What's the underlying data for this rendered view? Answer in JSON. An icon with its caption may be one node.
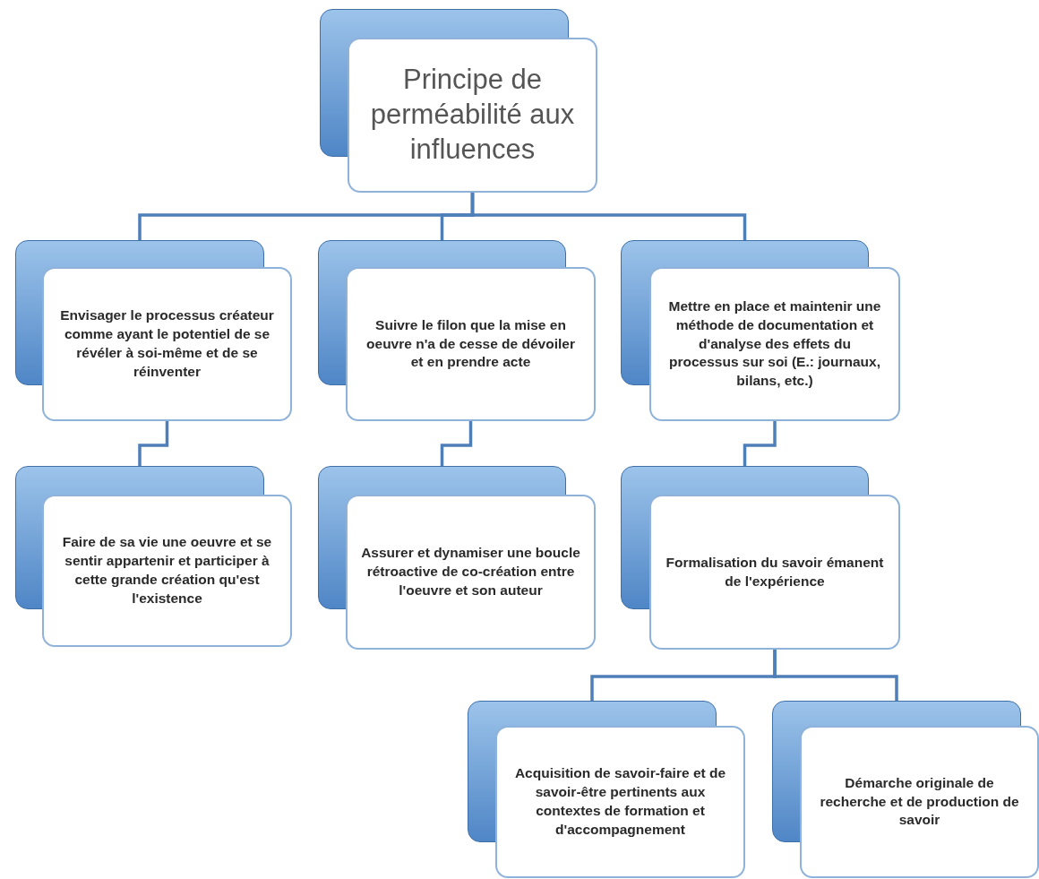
{
  "diagram": {
    "nodes": [
      {
        "text": [
          "Principe de perméabilité aux influences"
        ]
      },
      {
        "text": [
          "Envisager le processus créateur comme ayant le potentiel de se révéler à soi-même et de se réinventer"
        ]
      },
      {
        "text": [
          "Suivre le filon que la mise en oeuvre n'a de cesse de dévoiler et en prendre acte"
        ]
      },
      {
        "text": [
          "Mettre en place et maintenir une méthode de documentation et d'analyse des effets du processus sur soi (E.: journaux, bilans, etc.)"
        ]
      },
      {
        "text": [
          "Faire de sa vie une oeuvre et se sentir appartenir et participer  à cette grande création qu'est l'existence"
        ]
      },
      {
        "text": [
          "Assurer et dynamiser une boucle rétroactive de co-création entre l'oeuvre et son  auteur"
        ]
      },
      {
        "text": [
          "Formalisation du savoir émanent de l'expérience"
        ]
      },
      {
        "text": [
          "Acquisition de savoir-faire et de savoir-être pertinents aux contextes de formation et d'accompagnement"
        ]
      },
      {
        "text": [
          "Démarche originale de recherche et de production de savoir"
        ]
      }
    ],
    "edges": [
      {
        "from": 0,
        "to": 1,
        "arrow": "none"
      },
      {
        "from": 0,
        "to": 2,
        "arrow": "none"
      },
      {
        "from": 0,
        "to": 3,
        "arrow": "none"
      },
      {
        "from": 1,
        "to": 4,
        "arrow": "none"
      },
      {
        "from": 2,
        "to": 5,
        "arrow": "none"
      },
      {
        "from": 3,
        "to": 6,
        "arrow": "none"
      },
      {
        "from": 6,
        "to": 7,
        "arrow": "none"
      },
      {
        "from": 6,
        "to": 8,
        "arrow": "none"
      }
    ]
  }
}
